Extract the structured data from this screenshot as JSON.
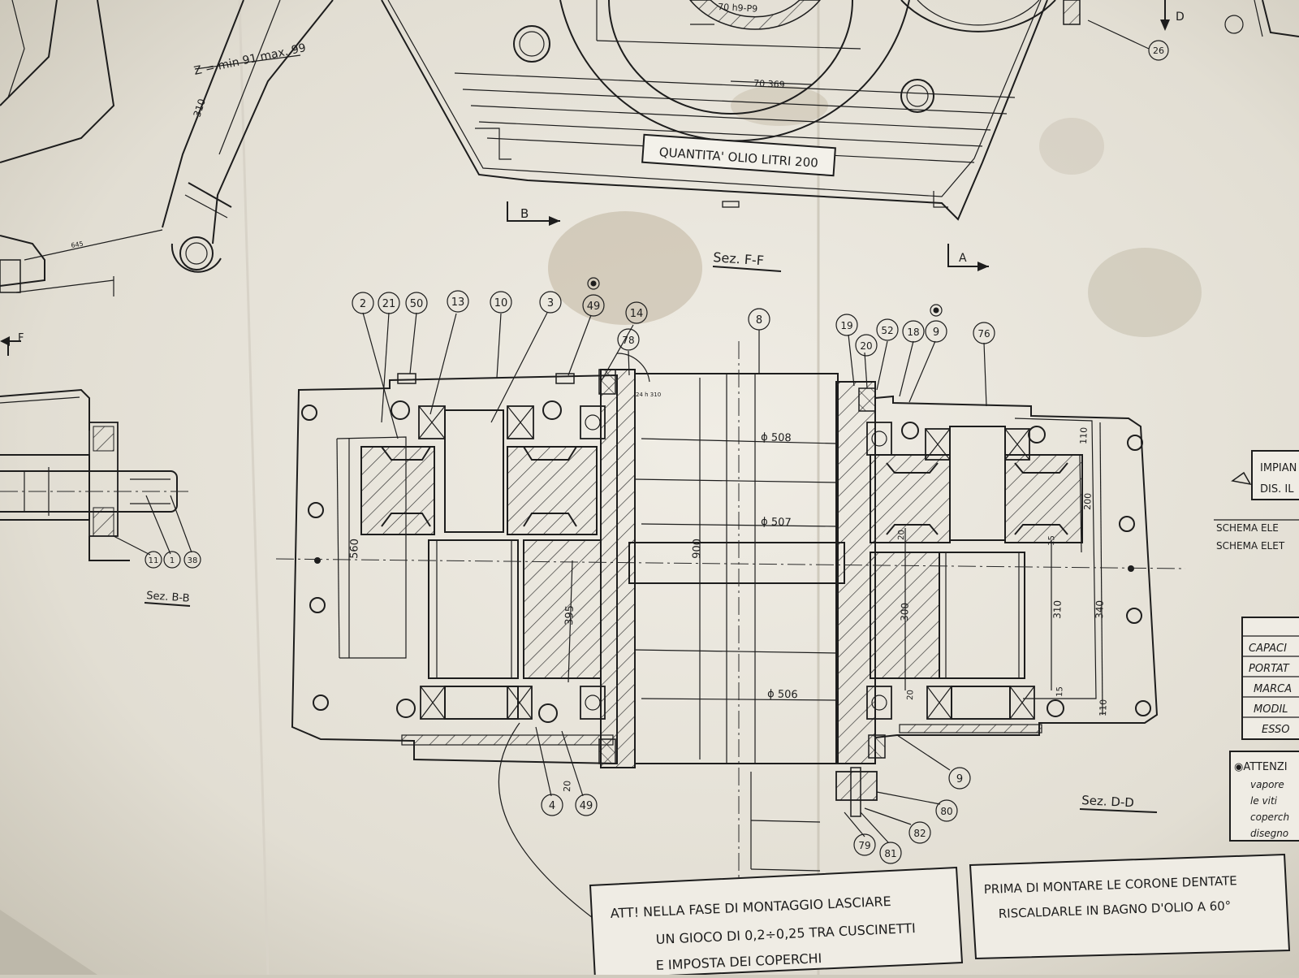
{
  "drawing": {
    "top_dimension_left": "Z = min 91  max. 99",
    "top_dimension_vertical": "310",
    "small_dimension": "645",
    "top_dimension_center": "70 h9-P9",
    "dimension_369": "70 369",
    "oil_label": "QUANTITA' OLIO LITRI 200",
    "arrow_b": "B",
    "arrow_a": "A",
    "arrow_d": "D",
    "arrow_f": "F",
    "section_ff": "Sez. F-F",
    "section_bb": "Sez. B-B",
    "section_dd": "Sez. D-D",
    "part_26": "26",
    "balloons_top": [
      "2",
      "21",
      "50",
      "13",
      "10",
      "3",
      "49",
      "14",
      "78",
      "8",
      "19",
      "20",
      "52",
      "18",
      "9",
      "76"
    ],
    "balloons_bottom": [
      "4",
      "49",
      "9",
      "80",
      "82",
      "79",
      "81"
    ],
    "balloons_left": [
      "11",
      "1",
      "38"
    ],
    "dims": {
      "d508": "ϕ 508",
      "d507": "ϕ 507",
      "d506": "ϕ 506",
      "v560": "560",
      "v900": "900",
      "v395": "395",
      "v300": "300",
      "v310": "310",
      "v340": "340",
      "v200": "200",
      "v110a": "110",
      "v110b": "110",
      "v20a": "20",
      "v20b": "20",
      "v20c": "20",
      "v15a": "15",
      "v15b": "15",
      "small_hub": "24 h 310"
    },
    "note_left": {
      "line1": "ATT! NELLA FASE DI MONTAGGIO LASCIARE",
      "line2": "UN GIOCO DI 0,2÷0,25 TRA CUSCINETTI",
      "line3": "E IMPOSTA DEI COPERCHI"
    },
    "note_right": {
      "line1": "PRIMA DI MONTARE LE CORONE DENTATE",
      "line2": "RISCALDARLE IN BAGNO D'OLIO A 60°"
    },
    "right_panel": {
      "impianto_1": "IMPIAN",
      "impianto_2": "DIS. IL",
      "schema_1": "SCHEMA ELE",
      "schema_2": "SCHEMA ELET",
      "table_rows": [
        "CAPACI",
        "PORTAT",
        "MARCA",
        "MODIL",
        "ESSO"
      ],
      "attention_1": "◉ATTENZI",
      "attention_2": "vapore",
      "attention_3": "le viti",
      "attention_4": "coperch",
      "attention_5": "disegno"
    }
  }
}
